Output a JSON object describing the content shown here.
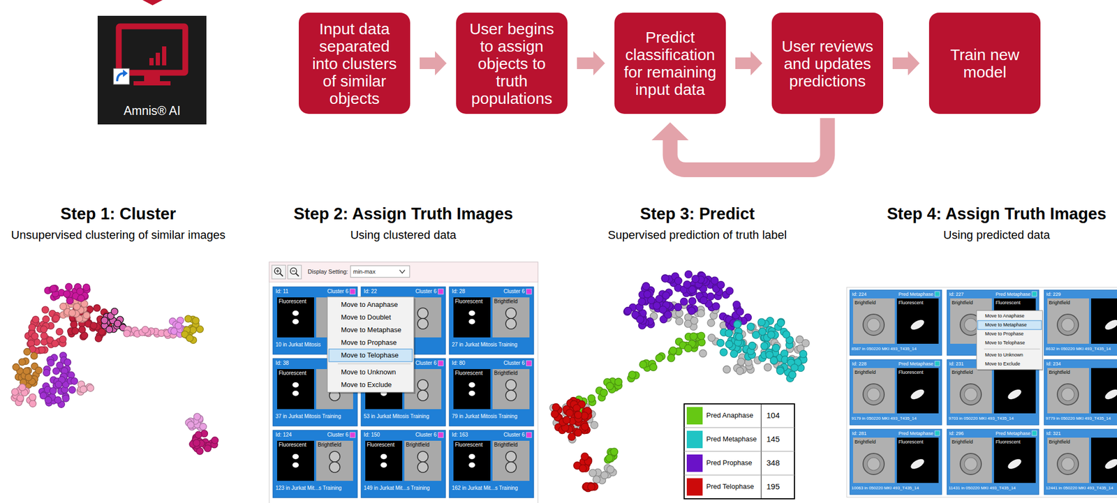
{
  "diagram": {
    "nodes": [
      {
        "text": [
          "Amnis® AI"
        ]
      },
      {
        "text": [
          "Input data separated into clusters of similar objects"
        ]
      },
      {
        "text": [
          "User begins to assign objects to truth populations"
        ]
      },
      {
        "text": [
          "Predict classification for remaining input data"
        ]
      },
      {
        "text": [
          "User reviews and updates predictions"
        ]
      },
      {
        "text": [
          "Train new model"
        ]
      }
    ],
    "edges": [
      {
        "from": 1,
        "to": 2,
        "arrow": "to"
      },
      {
        "from": 2,
        "to": 3,
        "arrow": "to"
      },
      {
        "from": 3,
        "to": 4,
        "arrow": "to"
      },
      {
        "from": 4,
        "to": 5,
        "arrow": "to"
      },
      {
        "from": 4,
        "to": 3,
        "arrow": "to"
      }
    ],
    "labels": [
      "Step 1: Cluster",
      "Unsupervised clustering of similar images",
      "Step 2: Assign Truth Images",
      "Using clustered data",
      "Step 3: Predict",
      "Supervised prediction of truth label",
      "Step 4: Assign Truth Images",
      "Using predicted data",
      "Display Setting:",
      "min-max",
      "Id: 11",
      "Cluster 6",
      "Fluorescent",
      "10 in Jurkat Mitosis",
      "Id: 22",
      "Cluster 6",
      "Id: 28",
      "Cluster 6",
      "Fluorescent",
      "Brightfield",
      "27 in Jurkat Mitosis Training",
      "Id: 38",
      "Fluorescent",
      "37 in Jurkat Mitosis Training",
      "Cluster 6",
      "53 in Jurkat Mitosis Training",
      "Id: 80",
      "Cluster 6",
      "Fluorescent",
      "Brightfield",
      "79 in Jurkat Mitosis Training",
      "Id: 124",
      "Cluster 6",
      "Fluorescent",
      "Brightfield",
      "123 in Jurkat Mit...s Training",
      "Id: 150",
      "Cluster 6",
      "Fluorescent",
      "Brightfield",
      "149 in Jurkat Mit...s Training",
      "Id: 163",
      "Cluster 6",
      "Fluorescent",
      "Brightfield",
      "162 in Jurkat Mit...s Training",
      "Move to Anaphase",
      "Move to Doublet",
      "Move to Metaphase",
      "Move to Prophase",
      "Move to Telophase",
      "Move to Unknown",
      "Move to Exclude",
      "104",
      "145",
      "348",
      "195",
      "Id: 224",
      "Pred Metaphase",
      "Brightfield",
      "Fluorescent",
      "8587 in 050220 MKI 493_T435_14",
      "Id: 227",
      "Pred Metaphase",
      "Brightfield",
      "Fluorescent",
      "Id: 229",
      "Brightfield",
      "8632 in 050220 MKI 493_T435_14",
      "Id: 228",
      "Pred Metaphase",
      "Brightfield",
      "Fluorescent",
      "9179 in 050220 MKI 493_T435_14",
      "Id: 231",
      "Brightfield",
      "9703 in 050220 MKI 493_T435_14",
      "Id: 234",
      "Brightfield",
      "9779 in 050220 MKI 493_T435_14",
      "Id: 281",
      "Pred Metaphase",
      "Brightfield",
      "Fluorescent",
      "10063 in 050220 MKI 493_T435_14",
      "Id: 296",
      "Pred Metaphase",
      "Brightfield",
      "Fluorescent",
      "11431 in 050220 MKI 493_T435_14",
      "Id: 321",
      "Brightfield",
      "12441 in 050220 MKI 493_T435_14",
      "Move to Anaphase",
      "Move to Metaphase",
      "Move to Prophase",
      "Move to Telophase",
      "Move to Unknown",
      "Move to Exclude"
    ],
    "legend": [
      {
        "text": "Pred Anaphase",
        "color": "#66c814"
      },
      {
        "text": "Pred Metaphase",
        "color": "#20c4c4"
      },
      {
        "text": "Pred Prophase",
        "color": "#6a12c8"
      },
      {
        "text": "Pred Telophase",
        "color": "#cc0a0a"
      }
    ]
  }
}
